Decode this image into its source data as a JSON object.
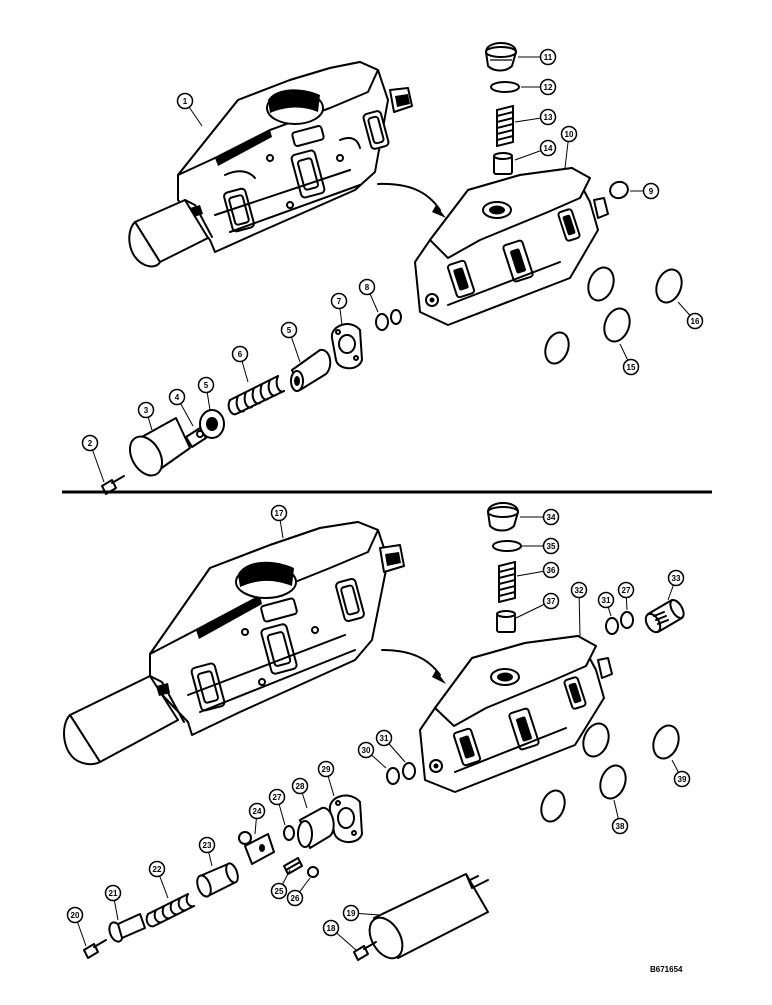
{
  "figure_code": "B671654",
  "upper_labels": [
    "1",
    "2",
    "3",
    "4",
    "5",
    "5",
    "6",
    "7",
    "8",
    "9",
    "10",
    "11",
    "12",
    "13",
    "14",
    "15",
    "16"
  ],
  "lower_labels": [
    "17",
    "18",
    "19",
    "20",
    "21",
    "22",
    "23",
    "24",
    "25",
    "26",
    "27",
    "27",
    "28",
    "29",
    "30",
    "31",
    "31",
    "32",
    "33",
    "34",
    "35",
    "36",
    "37",
    "38",
    "39"
  ]
}
